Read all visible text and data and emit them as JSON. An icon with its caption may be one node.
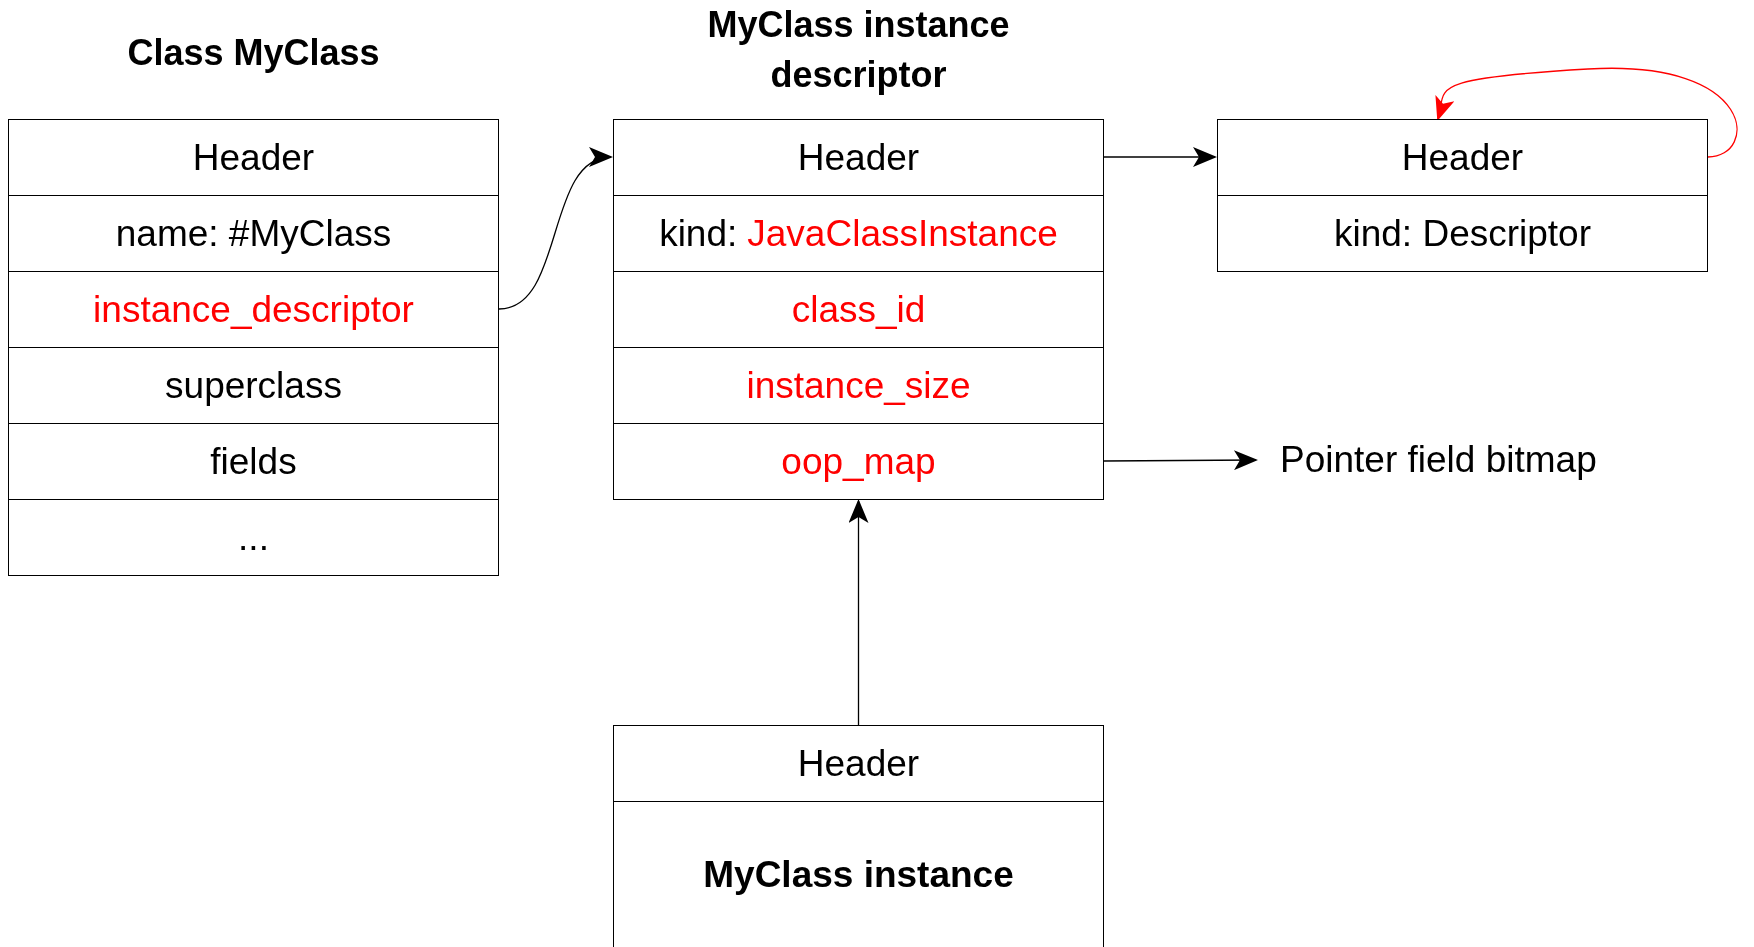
{
  "diagram": {
    "nodes": [
      {
        "text": [
          "Class MyClass"
        ]
      },
      {
        "text": [
          "Header"
        ],
        "in": 0
      },
      {
        "text": [
          "name: #MyClass"
        ],
        "in": 0
      },
      {
        "text": [
          "instance_descriptor"
        ],
        "in": 0
      },
      {
        "text": [
          "superclass"
        ],
        "in": 0
      },
      {
        "text": [
          "fields"
        ],
        "in": 0
      },
      {
        "text": [
          "..."
        ],
        "in": 0
      },
      {
        "text": [
          "MyClass instance descriptor"
        ]
      },
      {
        "text": [
          "Header"
        ],
        "in": 7
      },
      {
        "text": [
          "kind:",
          "JavaClassInstance"
        ],
        "in": 7
      },
      {
        "text": [
          "class_id"
        ],
        "in": 7
      },
      {
        "text": [
          "instance_size"
        ],
        "in": 7
      },
      {
        "text": [
          "oop_map"
        ],
        "in": 7
      },
      {
        "text": [],
        "shape": "box"
      },
      {
        "text": [
          "Header"
        ],
        "in": 13
      },
      {
        "text": [
          "kind: Descriptor"
        ],
        "in": 13
      },
      {
        "text": [
          "Pointer field bitmap"
        ]
      },
      {
        "text": [],
        "shape": "box"
      },
      {
        "text": [
          "Header"
        ],
        "in": 17
      },
      {
        "text": [
          "MyClass instance"
        ],
        "in": 17
      }
    ],
    "edges": [
      {
        "from": 3,
        "to": 8,
        "arrow": "to"
      },
      {
        "from": 8,
        "to": 14,
        "arrow": "to"
      },
      {
        "from": 14,
        "to": 14,
        "arrow": "to",
        "color": "#ff0000"
      },
      {
        "from": 12,
        "to": 16,
        "arrow": "to"
      },
      {
        "from": 17,
        "to": 12,
        "arrow": "to"
      }
    ]
  }
}
